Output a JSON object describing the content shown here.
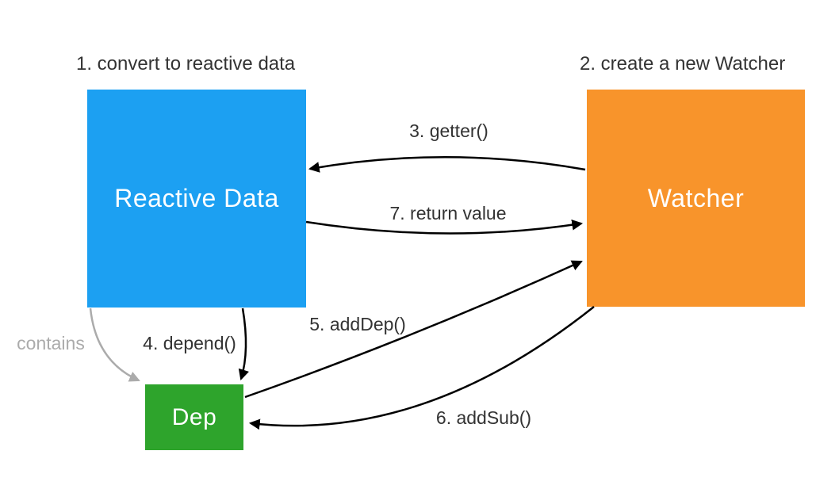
{
  "diagram": {
    "description": "Reactivity flow diagram with three nodes and labeled arrows"
  },
  "nodes": {
    "reactive": {
      "label": "Reactive Data",
      "annotation": "1. convert to reactive data",
      "color": "#1CA0F2"
    },
    "watcher": {
      "label": "Watcher",
      "annotation": "2. create a new Watcher",
      "color": "#F8942B"
    },
    "dep": {
      "label": "Dep",
      "color": "#2EA42C"
    }
  },
  "edges": {
    "getter": {
      "label": "3. getter()",
      "from": "watcher",
      "to": "reactive",
      "color": "#000000"
    },
    "depend": {
      "label": "4. depend()",
      "from": "reactive",
      "to": "dep",
      "color": "#000000"
    },
    "add_dep": {
      "label": "5. addDep()",
      "from": "dep",
      "to": "watcher",
      "color": "#000000"
    },
    "add_sub": {
      "label": "6. addSub()",
      "from": "watcher",
      "to": "dep",
      "color": "#000000"
    },
    "return_value": {
      "label": "7. return value",
      "from": "reactive",
      "to": "watcher",
      "color": "#000000"
    },
    "contains": {
      "label": "contains",
      "from": "reactive",
      "to": "dep",
      "color": "#ABABAB"
    }
  },
  "colors": {
    "background": "#FFFFFF",
    "edge": "#000000",
    "edge_muted": "#ABABAB",
    "label_text": "#333333",
    "node_text": "#FFFFFF"
  }
}
